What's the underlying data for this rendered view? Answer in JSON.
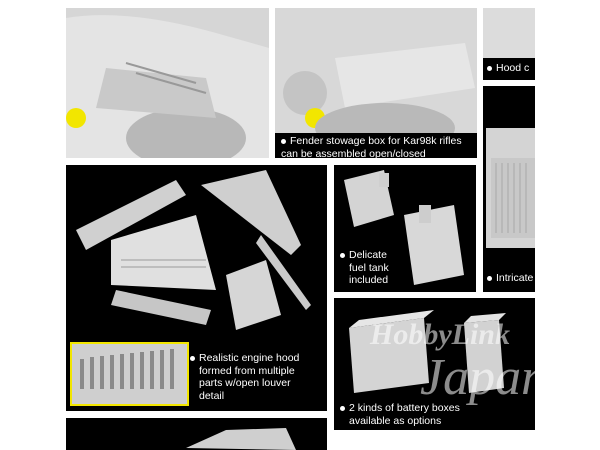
{
  "captions": {
    "hood": "Hood c",
    "fender": "Fender stowage box for Kar98k rifles can be assembled open/closed",
    "fuel_line1": "Delicate",
    "fuel_line2": "fuel tank",
    "fuel_line3": "included",
    "intricate": "Intricate",
    "engine_line1": "Realistic engine hood",
    "engine_line2": "formed from multiple",
    "engine_line3": "parts w/open louver",
    "engine_line4": "detail",
    "battery_line1": "2 kinds of battery boxes",
    "battery_line2": "available as options"
  },
  "watermark": {
    "brand": "HobbyLink",
    "sub": "Japan"
  },
  "colors": {
    "panel_bg": "#000000",
    "part_grey": "#d9d9d9",
    "highlight_yellow": "#f2e600"
  }
}
